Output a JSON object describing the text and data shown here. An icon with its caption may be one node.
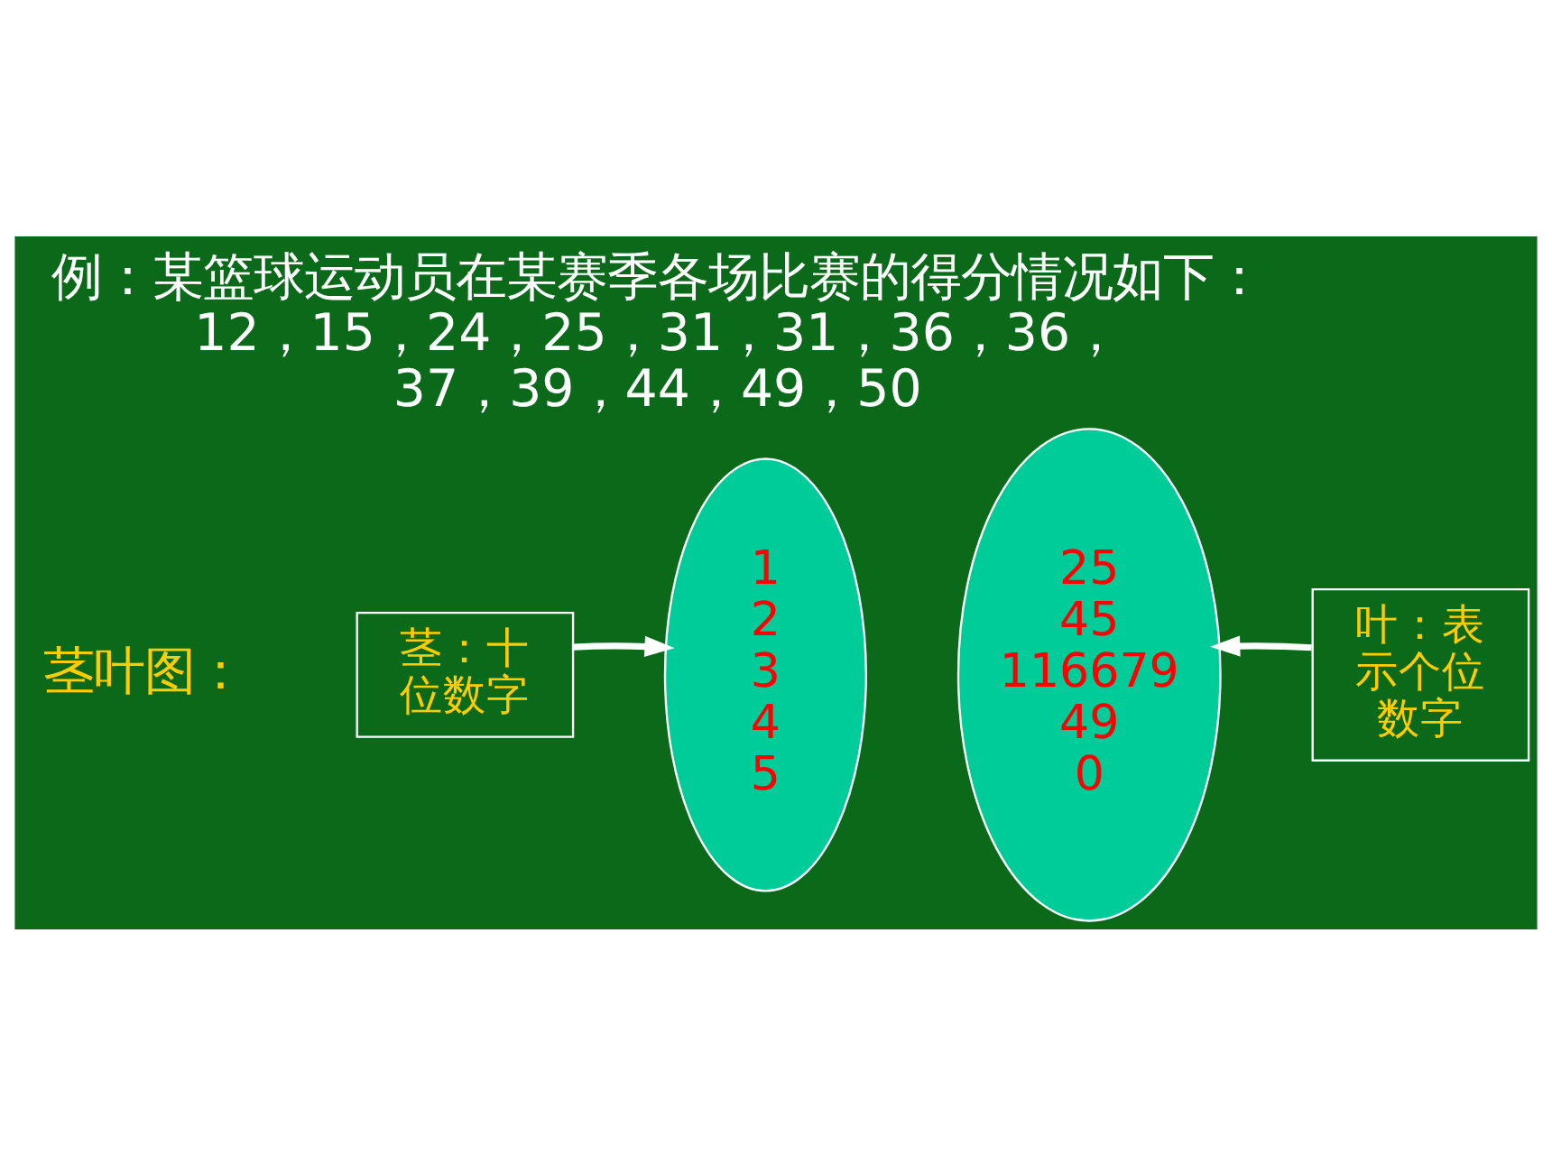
{
  "diagram": {
    "title": "例：某篮球运动员在某赛季各场比赛的得分情况如下：12，15，24，25，31，31，36，36，37，39，44，49，50",
    "nodes": [
      {
        "text": [
          "茎：十位数字"
        ]
      },
      {
        "text": [
          "1",
          "2",
          "3",
          "4",
          "5"
        ]
      },
      {
        "text": [
          "25",
          "45",
          "116679",
          "49",
          "0"
        ]
      },
      {
        "text": [
          "叶：表示个位数字"
        ]
      }
    ],
    "edges": [
      {
        "from": 0,
        "to": 1,
        "arrow": "to"
      },
      {
        "from": 3,
        "to": 2,
        "arrow": "to"
      }
    ],
    "labels": [
      "茎叶图："
    ]
  }
}
